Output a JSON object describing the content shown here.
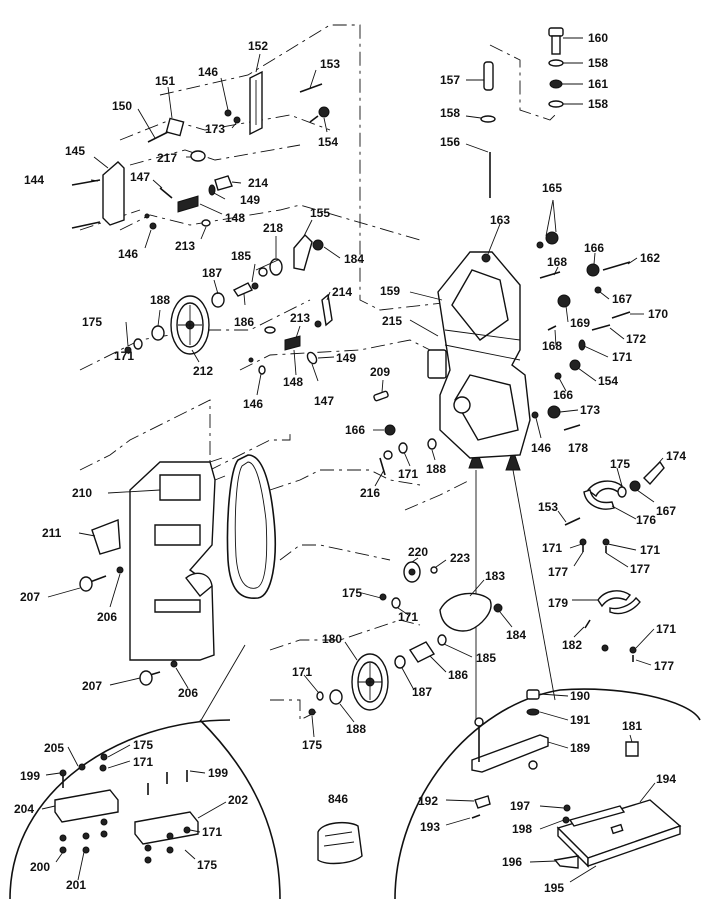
{
  "labels": {
    "p160": "160",
    "p158a": "158",
    "p161": "161",
    "p158b": "158",
    "p157": "157",
    "p158c": "158",
    "p156": "156",
    "p152": "152",
    "p153": "153",
    "p146a": "146",
    "p151": "151",
    "p150": "150",
    "p173a": "173",
    "p154a": "154",
    "p145": "145",
    "p217": "217",
    "p144": "144",
    "p147a": "147",
    "p214a": "214",
    "p149a": "149",
    "p148a": "148",
    "p146b": "146",
    "p213a": "213",
    "p218": "218",
    "p155": "155",
    "p184a": "184",
    "p163": "163",
    "p165": "165",
    "p166a": "166",
    "p162": "162",
    "p168a": "168",
    "p159": "159",
    "p167a": "167",
    "p187a": "187",
    "p185a": "185",
    "p214b": "214",
    "p188a": "188",
    "p175a": "175",
    "p186a": "186",
    "p213b": "213",
    "p215": "215",
    "p169": "169",
    "p170": "170",
    "p172": "172",
    "p168b": "168",
    "p171a": "171",
    "p212": "212",
    "p149b": "149",
    "p148b": "148",
    "p147b": "147",
    "p146c": "146",
    "p209": "209",
    "p154b": "154",
    "p166b": "166",
    "p173b": "173",
    "p146d": "146",
    "p178": "178",
    "p166c": "166",
    "p171b": "171",
    "p188b": "188",
    "p216": "216",
    "p175b": "175",
    "p174": "174",
    "p167b": "167",
    "p210": "210",
    "p153b": "153",
    "p176": "176",
    "p211": "211",
    "p171c": "171",
    "p171d": "171",
    "p177a": "177",
    "p177b": "177",
    "p220": "220",
    "p223": "223",
    "p183": "183",
    "p179": "179",
    "p207a": "207",
    "p206a": "206",
    "p175c": "175",
    "p171e": "171",
    "p184b": "184",
    "p182": "182",
    "p171f": "171",
    "p177c": "177",
    "p180": "180",
    "p185b": "185",
    "p186b": "186",
    "p171g": "171",
    "p187b": "187",
    "p207b": "207",
    "p206b": "206",
    "p175d": "175",
    "p188c": "188",
    "p190": "190",
    "p191": "191",
    "p181": "181",
    "p189": "189",
    "p194": "194",
    "p205": "205",
    "p175e": "175",
    "p171h": "171",
    "p199a": "199",
    "p199b": "199",
    "p204": "204",
    "p202": "202",
    "p846": "846",
    "p171i": "171",
    "p192": "192",
    "p197": "197",
    "p193": "193",
    "p198": "198",
    "p200": "200",
    "p175f": "175",
    "p201": "201",
    "p196": "196",
    "p195": "195"
  }
}
